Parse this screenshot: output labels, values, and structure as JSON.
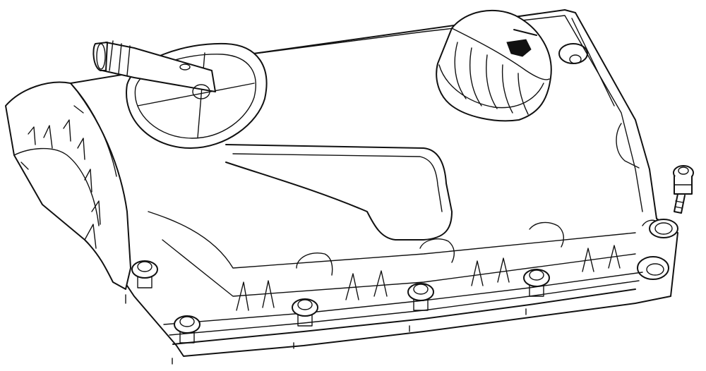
{
  "figure": {
    "subject": "",
    "line_color": "#111111",
    "background_color": "#ffffff"
  },
  "parts": {
    "cover_body": "valve-cover-body",
    "filler_cap": "oil-filler-cap",
    "breather": "crankcase-breather-valve",
    "shield": "timing-belt-shield",
    "gasket_washer": "gasket-washer",
    "loose_bolt": "loose-bolt"
  }
}
